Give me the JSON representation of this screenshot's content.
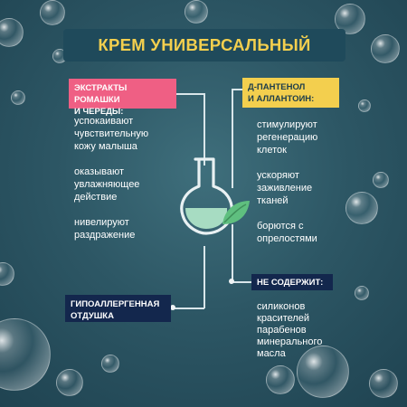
{
  "title": "КРЕМ УНИВЕРСАЛЬНЫЙ",
  "left_top": {
    "heading": [
      "ЭКСТРАКТЫ РОМАШКИ",
      "И ЧЕРЕДЫ:"
    ],
    "items": [
      [
        "успокаивают",
        "чувствительную",
        "кожу малыша"
      ],
      [
        "оказывают",
        "увлажняющее",
        "действие"
      ],
      [
        "нивелируют",
        "раздражение"
      ]
    ]
  },
  "right_top": {
    "heading": [
      "Д-ПАНТЕНОЛ",
      "И АЛЛАНТОИН:"
    ],
    "items": [
      [
        "стимулируют",
        "регенерацию",
        "клеток"
      ],
      [
        "ускоряют",
        "заживление",
        "тканей"
      ],
      [
        "борются с",
        "опрелостями"
      ]
    ]
  },
  "left_bottom": {
    "heading": [
      "ГИПОАЛЛЕРГЕННАЯ",
      "ОТДУШКА"
    ]
  },
  "right_bottom": {
    "heading": "НЕ СОДЕРЖИТ:",
    "items": [
      "силиконов",
      "красителей",
      "парабенов",
      "минерального",
      "масла"
    ]
  },
  "colors": {
    "background": "#2d5765",
    "title_text": "#f3cf4e",
    "pink_tag": "#ef5f84",
    "yellow_tag": "#f3cf4e",
    "navy_tag": "#13274d",
    "flask_liquid": "#a7dcc2",
    "leaf": "#5fbf7f"
  },
  "icons": [
    "flask-icon",
    "leaf-icon",
    "bubble-decoration"
  ]
}
